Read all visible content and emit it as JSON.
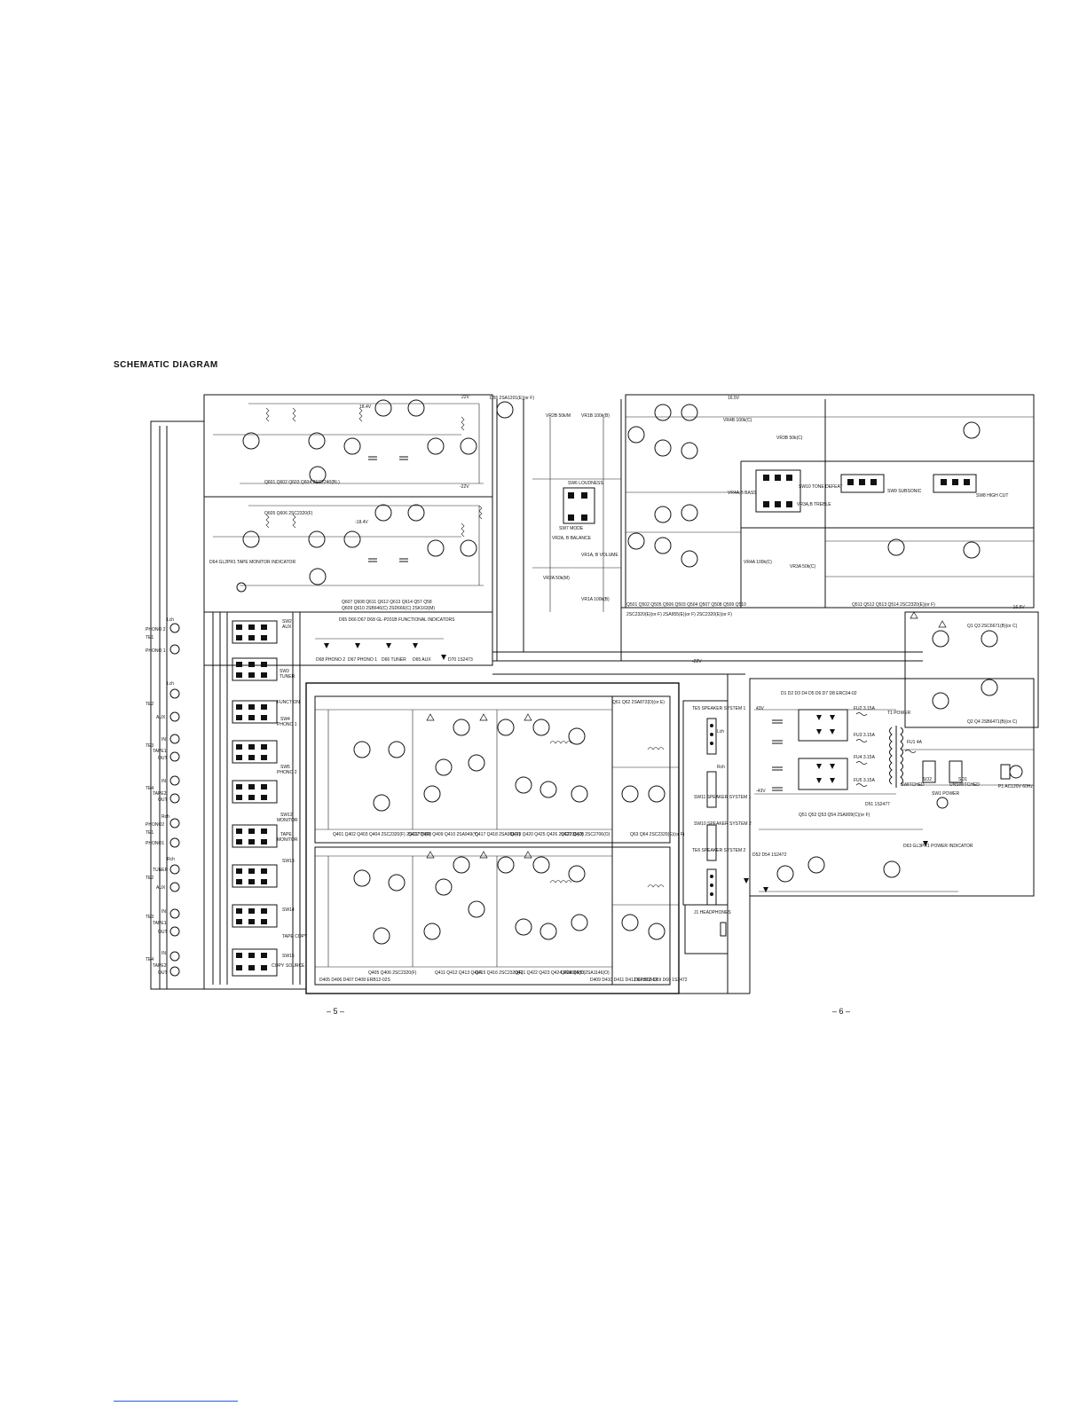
{
  "title": "SCHEMATIC DIAGRAM",
  "page_numbers": {
    "left": "– 5 –",
    "right": "– 6 –"
  },
  "input_jacks": [
    "Lch",
    "PHONO 2",
    "TE1",
    "PHONO 1",
    "Lch",
    "TE2",
    "AUX",
    "TE3",
    "IN",
    "TAPE1",
    "OUT",
    "TE4",
    "IN",
    "TAPE2",
    "OUT",
    "Rch",
    "PHONO2",
    "TE1",
    "PHONO1",
    "Rch",
    "TUNER",
    "TE2",
    "AUX",
    "TE3",
    "IN",
    "TAPE1",
    "OUT",
    "TE4",
    "IN",
    "TAPE2",
    "OUT"
  ],
  "switch_labels": [
    {
      "id": "SW2",
      "text": "AUX"
    },
    {
      "id": "SW3",
      "text": "TUNER"
    },
    {
      "id": "FUNCTION",
      "text": "FUNCTION"
    },
    {
      "id": "SW4",
      "text": "PHONO 1"
    },
    {
      "id": "SW5",
      "text": "PHONO 2"
    },
    {
      "id": "SW12",
      "text": "MONITOR"
    },
    {
      "id": "TAPE",
      "text": "MONITOR"
    },
    {
      "id": "SW13",
      "text": ""
    },
    {
      "id": "SW14",
      "text": ""
    },
    {
      "id": "TAPE COPY",
      "text": "SW15"
    },
    {
      "id": "COPY",
      "text": "SOURCE"
    }
  ],
  "control_labels": [
    "VR2B 50k/M",
    "VR1B 100k(B)",
    "SW7 MODE",
    "SW6 LOUDNESS",
    "VR2A, B BALANCE",
    "VR1A, B VOLUME",
    "VR2A 50k(M)",
    "VR1A 100k(B)",
    "SW10 TONE DEFEAT",
    "VR4A,B BASS",
    "VR3A,B TREBLE",
    "SW9 SUBSONIC",
    "SW8 HIGH CUT",
    "VR4B 100k(C)",
    "VR3B 50k(C)",
    "VR4A 100k(C)",
    "VR3A 50k(C)"
  ],
  "indicator_labels": [
    "D64 GL2PR1 TAPE MONITOR INDICATOR",
    "D65 D66 D67 D68 GL-P201B FUNCTIONAL INDICATORS",
    "D68 PHONO 2",
    "D67 PHONO 1",
    "D66 TUNER",
    "D65 AUX",
    "D70 1S2473",
    "D63 GL3PR1 POWER INDICATOR"
  ],
  "transistor_groups": [
    "Q601 Q602 Q603 Q604 2SC2240(BL)",
    "Q605 Q606 2SC2320(F)",
    "Q607 Q608 Q611 Q612 Q613 Q614 Q57 Q58",
    "Q609 Q610 2SB646(C) 2SD666(C) 2SK163(M)",
    "D55 2SA1201(E)(or F)",
    "Q501 Q502 Q505 Q506 Q503 Q504 Q507 Q508 Q509 Q510",
    "2SC2320(E)(or F) 2SA955(E)(or F) 2SC2320(E)(or F)",
    "Q511 Q512 Q513 Q514 2SC2320(E)(or F)",
    "Q61 Q62 2SA872(D)(or E)",
    "Q1 Q3 2SC6671(B)(or C)",
    "Q2 Q4 2SB6471(B)(or C)",
    "Q51 Q52 Q53 Q54 2SA909(C)(or F)",
    "Q401 Q402 Q403 Q404 2SC2320(F) 2SC1775(F)",
    "Q407 Q408 Q409 Q410 2SA949(Y)",
    "Q417 Q418 2SA991(F)",
    "Q419 Q420 Q425 Q426 2SC2235(O)",
    "Q427 Q428 2SC2706(O)",
    "Q63 Q64 2SC2320(E)(or F)",
    "Q405 Q406 2SC2320(F)",
    "Q411 Q412 Q413 Q414",
    "Q415 Q416 2SC2320(F)",
    "Q421 Q422 Q423 Q424 2SA965(O)",
    "Q429 Q430 2SA1146(O)",
    "D409 D410 D411 D412 ERB12-02",
    "D67 D68 D69 D60 1S2472",
    "D405 D406 D407 D408 ERB12-02S"
  ],
  "power_section": {
    "rectifier": "D1 D2 D3 D4 D5 D6 D7 D8 ERC04-02",
    "transformer": "T1 POWER",
    "fuse_main": "FU1 4A",
    "fuse_labels": [
      "FU2 3.15A",
      "FU3 3.15A",
      "FU4 3.15A",
      "FU5 3.15A"
    ],
    "switched": "SWITCHED",
    "unswitched": "UNSWITCHED",
    "power_switch": "SW1 POWER",
    "plug": "P1 AC120V 60Hz",
    "outlets": [
      "SO2",
      "SO1"
    ],
    "regulator_diodes": "D52 D54 1S2472",
    "zener": "D51 1S2477"
  },
  "speaker_section": {
    "te5": "TE5 SPEAKER SYSTEM 1",
    "sw11": "SW11 SPEAKER SYSTEM 1",
    "sw10": "SW10 SPEAKER SYSTEM 2",
    "te6": "TE6 SPEAKER SYSTEM 2",
    "headphones": "J1 HEADPHONES",
    "lch": "Lch",
    "rch": "Rch"
  },
  "rail_voltages": [
    "22V",
    "-22V",
    "43V",
    "-43V",
    "16.5V",
    "-16.5V",
    "-22V",
    "18.4V",
    "-18.4V"
  ]
}
